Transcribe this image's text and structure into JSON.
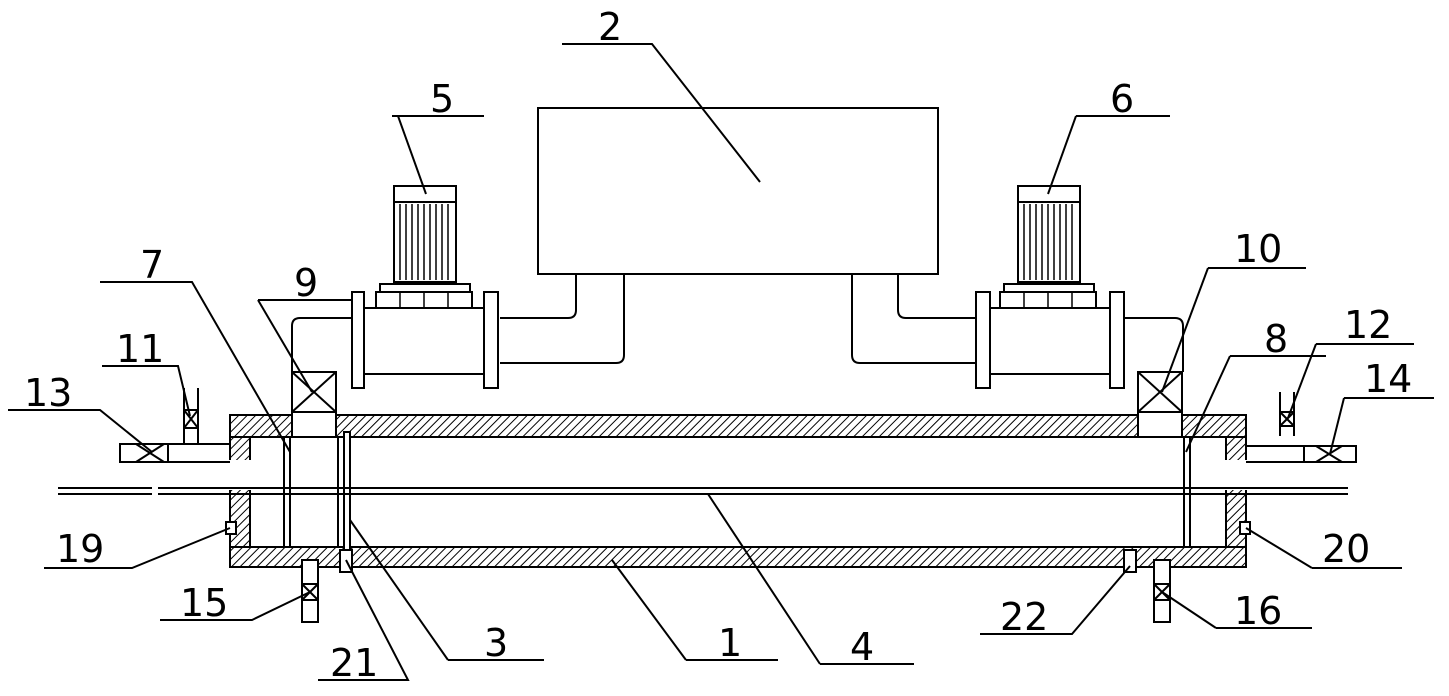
{
  "diagram": {
    "labels": {
      "l1": "1",
      "l2": "2",
      "l3": "3",
      "l4": "4",
      "l5": "5",
      "l6": "6",
      "l7": "7",
      "l8": "8",
      "l9": "9",
      "l10": "10",
      "l11": "11",
      "l12": "12",
      "l13": "13",
      "l14": "14",
      "l15": "15",
      "l16": "16",
      "l19": "19",
      "l20": "20",
      "l21": "21",
      "l22": "22"
    }
  }
}
